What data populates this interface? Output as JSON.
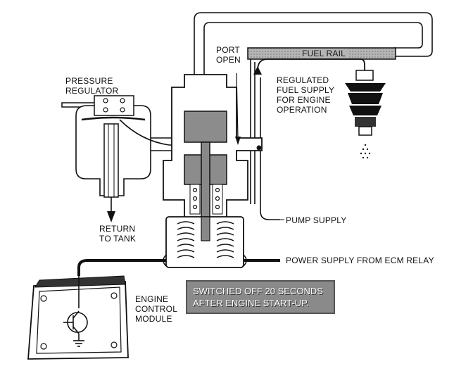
{
  "labels": {
    "port_open": [
      "PORT",
      "OPEN"
    ],
    "fuel_rail": "FUEL RAIL",
    "pressure_regulator": [
      "PRESSURE",
      "REGULATOR"
    ],
    "regulated_supply": [
      "REGULATED",
      "FUEL SUPPLY",
      "FOR ENGINE",
      "OPERATION"
    ],
    "return_to_tank": [
      "RETURN",
      "TO TANK"
    ],
    "pump_supply": "PUMP SUPPLY",
    "power_supply": "POWER SUPPLY FROM ECM RELAY",
    "ecm": [
      "ENGINE",
      "CONTROL",
      "MODULE"
    ],
    "note": [
      "SWITCHED OFF 20 SECONDS",
      "AFTER ENGINE START-UP."
    ]
  },
  "icons": {
    "injector": "fuel-injector-icon",
    "transistor": "transistor-icon",
    "ground": "ground-icon",
    "spring": "spring-icon"
  },
  "colors": {
    "line": "#111111",
    "fill_gray": "#9a9a9a",
    "note_bg": "#8a8a8a"
  }
}
